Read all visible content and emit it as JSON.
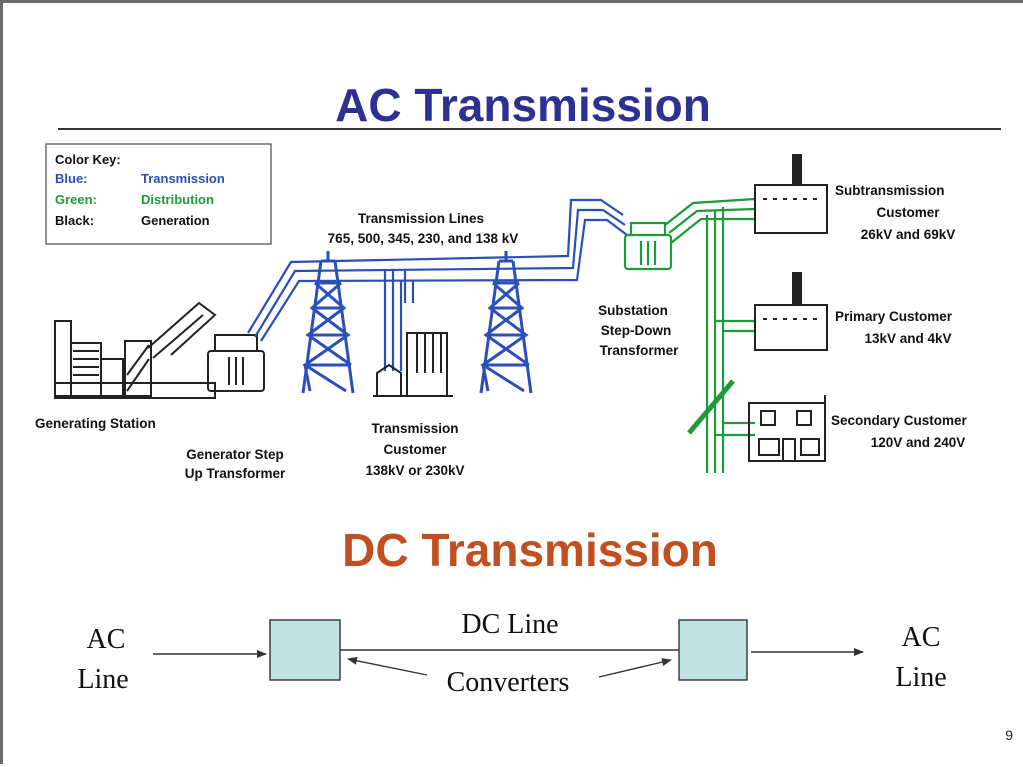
{
  "ac_section": {
    "title": "AC Transmission",
    "color_key": {
      "heading": "Color Key:",
      "rows": [
        {
          "name": "Blue:",
          "meaning": "Transmission",
          "color": "#2b4fb8"
        },
        {
          "name": "Green:",
          "meaning": "Distribution",
          "color": "#1f9a3a"
        },
        {
          "name": "Black:",
          "meaning": "Generation",
          "color": "#111111"
        }
      ]
    },
    "transmission_lines": {
      "line1": "Transmission Lines",
      "line2": "765, 500, 345, 230, and 138 kV"
    },
    "generating_station": "Generating Station",
    "generator_transformer": {
      "line1": "Generator Step",
      "line2": "Up Transformer"
    },
    "transmission_customer": {
      "line1": "Transmission",
      "line2": "Customer",
      "line3": "138kV or 230kV"
    },
    "substation": {
      "line1": "Substation",
      "line2": "Step-Down",
      "line3": "Transformer"
    },
    "subtransmission_customer": {
      "line1": "Subtransmission",
      "line2": "Customer",
      "line3": "26kV and 69kV"
    },
    "primary_customer": {
      "line1": "Primary Customer",
      "line2": "13kV and 4kV"
    },
    "secondary_customer": {
      "line1": "Secondary Customer",
      "line2": "120V and 240V"
    }
  },
  "dc_section": {
    "title": "DC Transmission",
    "ac_line_left": {
      "line1": "AC",
      "line2": "Line"
    },
    "ac_line_right": {
      "line1": "AC",
      "line2": "Line"
    },
    "dc_line": "DC Line",
    "converters": "Converters",
    "converter_fill": "#bfe3e3"
  },
  "page_number": "9"
}
